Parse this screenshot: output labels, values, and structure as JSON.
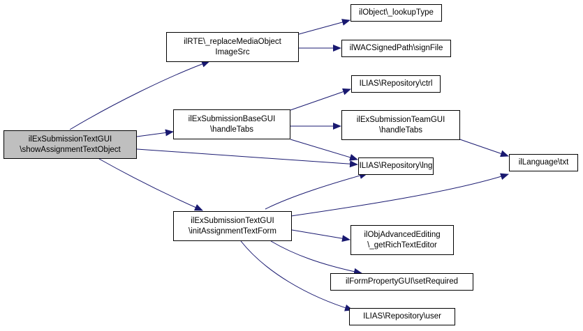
{
  "colors": {
    "edge": "#191970",
    "node_border": "#000000",
    "root_fill": "#bfbfbf",
    "node_fill": "#ffffff"
  },
  "nodes": {
    "root": {
      "line1": "ilExSubmissionTextGUI",
      "line2": "\\showAssignmentTextObject"
    },
    "rte": {
      "line1": "ilRTE\\_replaceMediaObject",
      "line2": "ImageSrc"
    },
    "lookup": {
      "line1": "ilObject\\_lookupType"
    },
    "wac": {
      "line1": "ilWACSignedPath\\signFile"
    },
    "ctrl": {
      "line1": "ILIAS\\Repository\\ctrl"
    },
    "basegui": {
      "line1": "ilExSubmissionBaseGUI",
      "line2": "\\handleTabs"
    },
    "teamgui": {
      "line1": "ilExSubmissionTeamGUI",
      "line2": "\\handleTabs"
    },
    "lng": {
      "line1": "ILIAS\\Repository\\lng"
    },
    "txt": {
      "line1": "ilLanguage\\txt"
    },
    "textform": {
      "line1": "ilExSubmissionTextGUI",
      "line2": "\\initAssignmentTextForm"
    },
    "editor": {
      "line1": "ilObjAdvancedEditing",
      "line2": "\\_getRichTextEditor"
    },
    "required": {
      "line1": "ilFormPropertyGUI\\setRequired"
    },
    "user": {
      "line1": "ILIAS\\Repository\\user"
    }
  }
}
